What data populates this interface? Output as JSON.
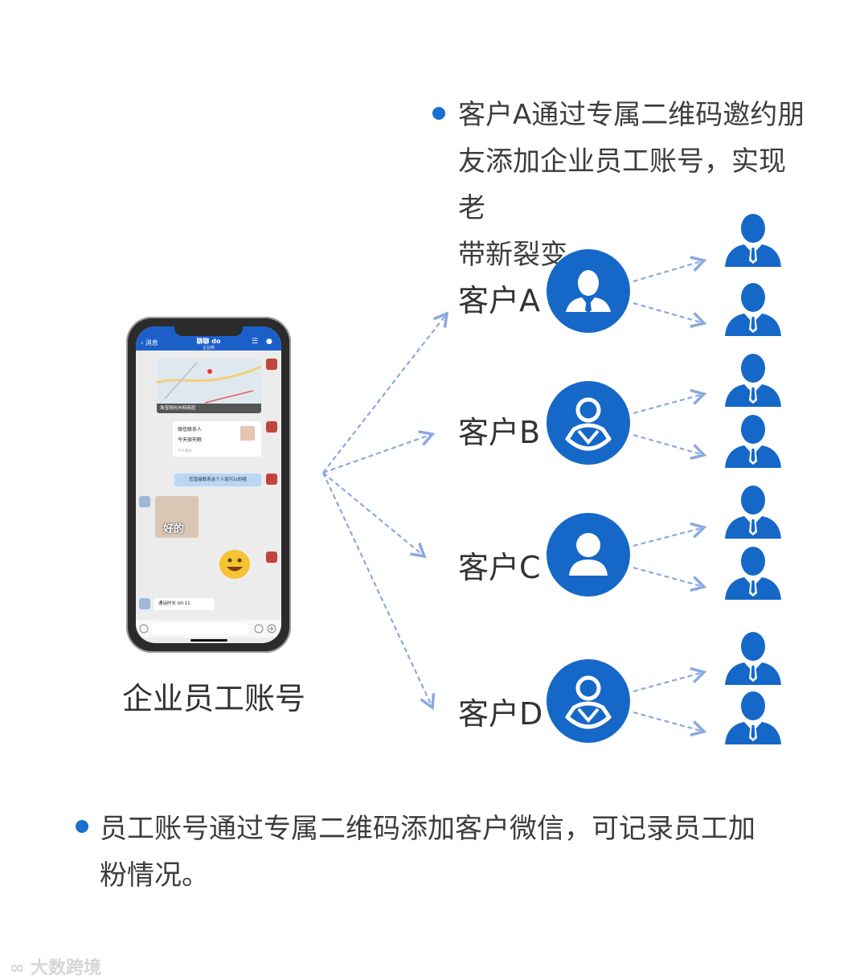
{
  "top_note": {
    "lines": [
      "客户A通过专属二维码邀约朋",
      "友添加企业员工账号，实现老",
      "带新裂变。"
    ]
  },
  "bottom_note": {
    "lines": [
      "员工账号通过专属二维码添加客户微信，可记录员工加",
      "粉情况。"
    ]
  },
  "phone": {
    "caption": "企业员工账号",
    "header_back": "消息",
    "header_title": "聊聊 do",
    "header_sub": "企业微",
    "map_caption": "淘宝网杭州网商园",
    "card_title": "微信联系人",
    "card_text": "今天很失眠",
    "card_footer": "个人名片",
    "blue_bubble": "您直接联系这个人就可以的哦",
    "sticker_text": "好的",
    "call_text": "通话时长 00:11"
  },
  "customers": [
    {
      "label": "客户A",
      "icon": "person-tie-icon"
    },
    {
      "label": "客户B",
      "icon": "person-outline-icon"
    },
    {
      "label": "客户C",
      "icon": "person-solid-icon"
    },
    {
      "label": "客户D",
      "icon": "person-outline-icon"
    }
  ],
  "friend_icon": "person-tie-icon",
  "watermark": "大数跨境",
  "colors": {
    "accent": "#1568c8",
    "bullet": "#1a6fd0",
    "arrow": "#8aa9e0"
  }
}
